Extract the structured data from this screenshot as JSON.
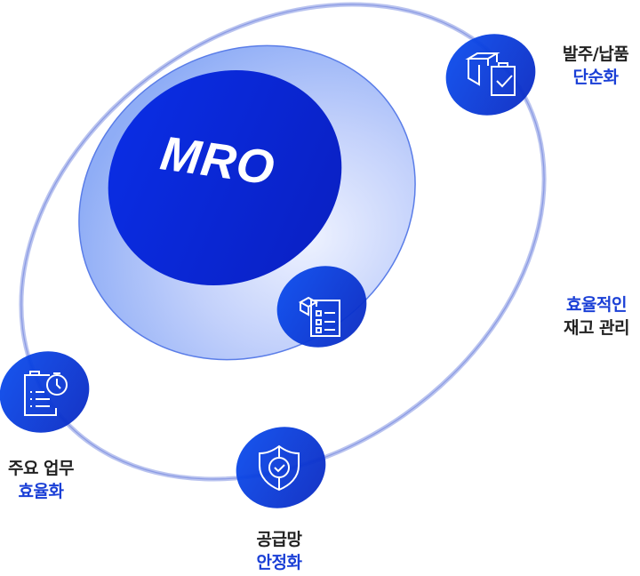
{
  "center": {
    "label": "MRO"
  },
  "items": [
    {
      "icon": "box-clipboard-check-icon",
      "line1": "발주/납품",
      "line2": "단순화"
    },
    {
      "icon": "inventory-list-icon",
      "line1": "효율적인",
      "line2": "재고 관리"
    },
    {
      "icon": "clipboard-clock-icon",
      "line1": "주요 업무",
      "line2": "효율화"
    },
    {
      "icon": "shield-check-icon",
      "line1": "공급망",
      "line2": "안정화"
    }
  ],
  "colors": {
    "primary": "#0a2be0",
    "accent_text": "#1a3fd6",
    "dark_text": "#222222"
  }
}
